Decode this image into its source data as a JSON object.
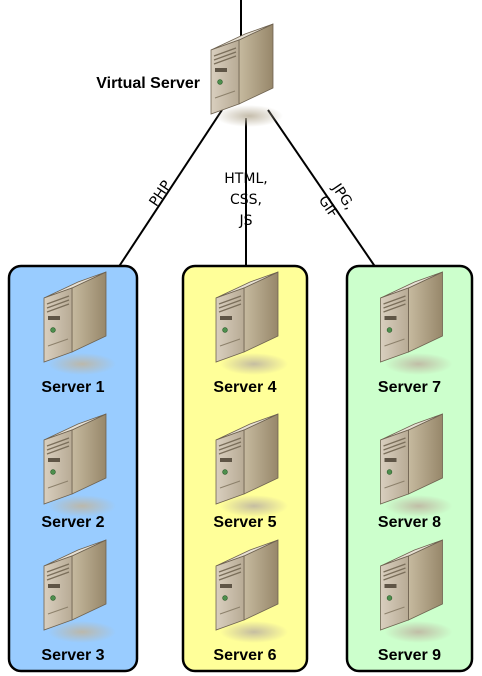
{
  "virtual_server": {
    "label": "Virtual Server"
  },
  "edges": {
    "php": [
      "PHP"
    ],
    "html": [
      "HTML,",
      "CSS,",
      "JS"
    ],
    "img": [
      "JPG,",
      "GIF"
    ]
  },
  "groups": [
    {
      "color": "#99CCFF",
      "servers": [
        "Server 1",
        "Server 2",
        "Server 3"
      ]
    },
    {
      "color": "#FFFF99",
      "servers": [
        "Server 4",
        "Server 5",
        "Server 6"
      ]
    },
    {
      "color": "#CCFFCC",
      "servers": [
        "Server 7",
        "Server 8",
        "Server 9"
      ]
    }
  ],
  "icon_name": "server-tower-icon"
}
